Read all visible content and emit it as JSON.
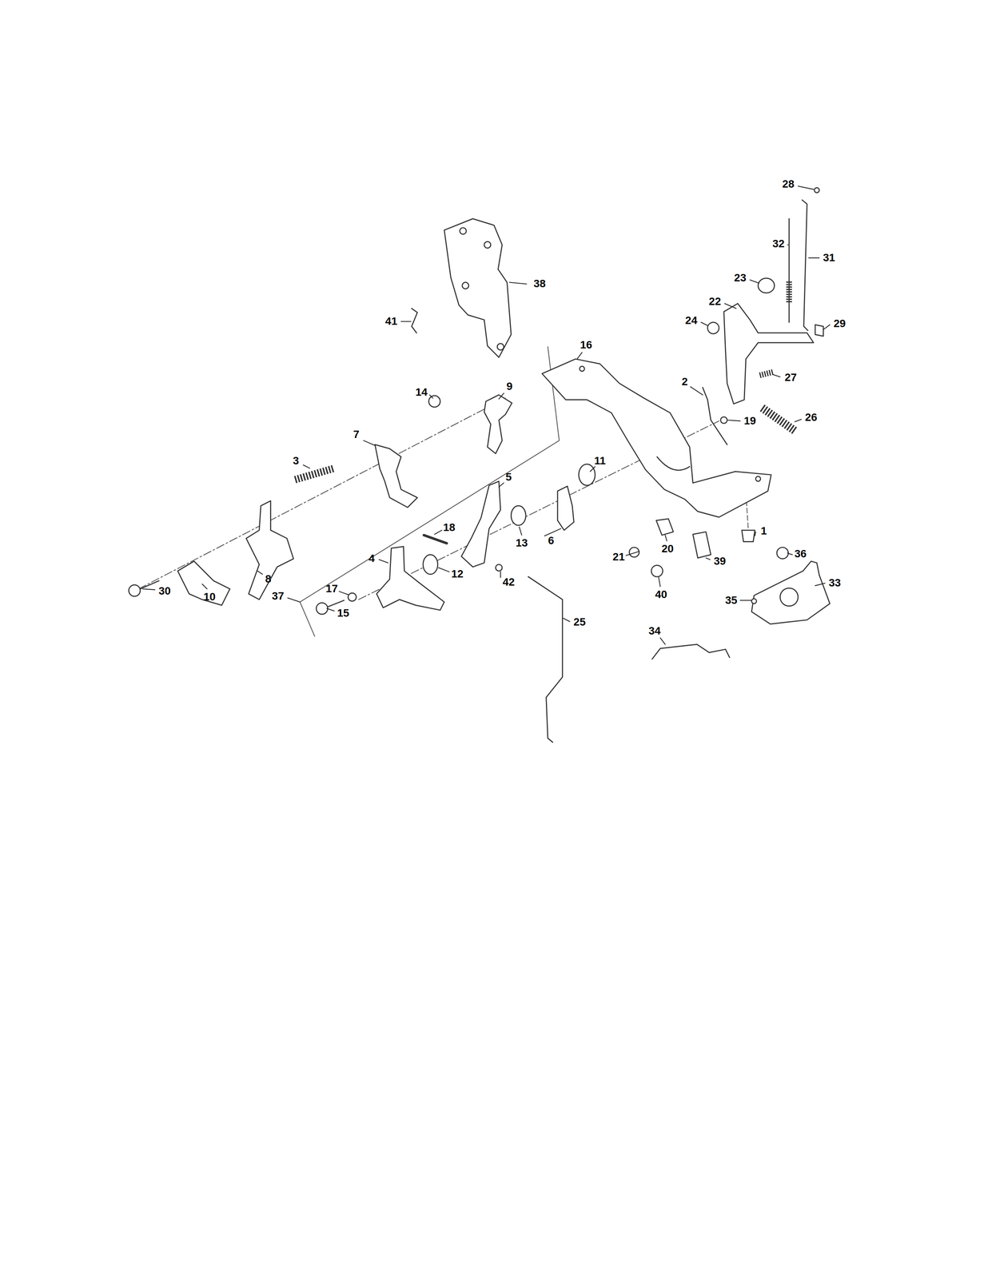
{
  "diagram": {
    "labels": [
      "28",
      "32",
      "31",
      "23",
      "22",
      "24",
      "29",
      "38",
      "41",
      "16",
      "27",
      "2",
      "14",
      "9",
      "19",
      "26",
      "7",
      "3",
      "11",
      "5",
      "18",
      "13",
      "6",
      "20",
      "1",
      "21",
      "36",
      "4",
      "39",
      "8",
      "12",
      "42",
      "33",
      "17",
      "30",
      "10",
      "37",
      "40",
      "35",
      "15",
      "25",
      "34"
    ]
  }
}
